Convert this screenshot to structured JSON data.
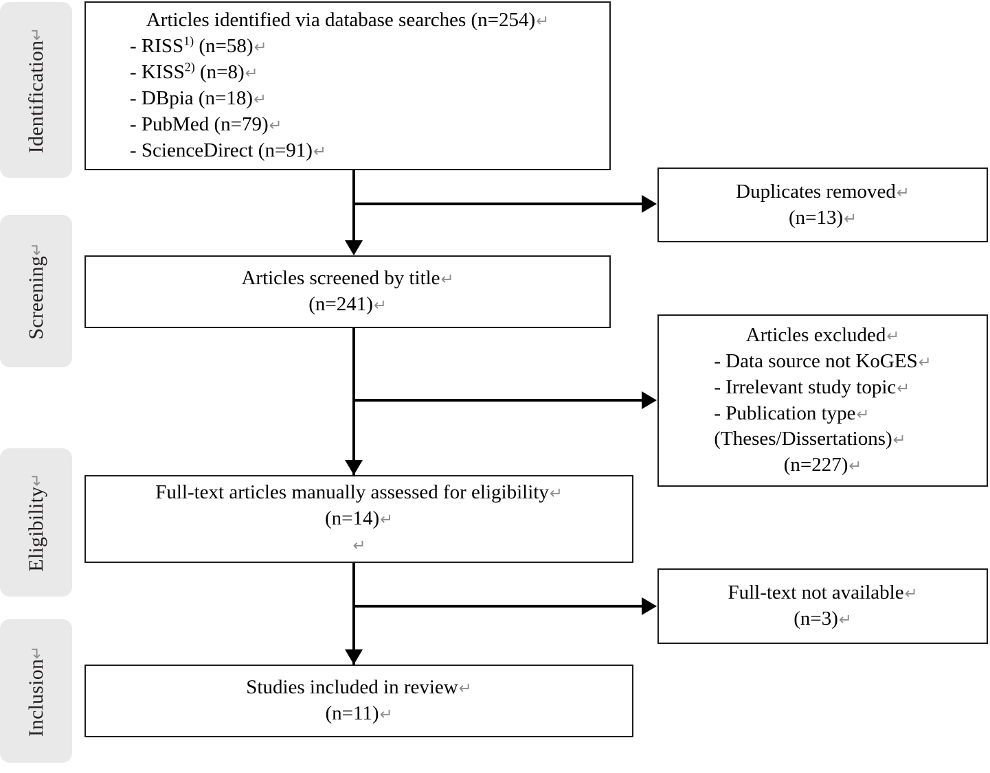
{
  "diagram": {
    "title": "PRISMA study selection flow diagram",
    "stages": [
      {
        "id": "identification",
        "label": "Identification",
        "pilcrow": "↵"
      },
      {
        "id": "screening",
        "label": "Screening",
        "pilcrow": "↵"
      },
      {
        "id": "eligibility",
        "label": "Eligibility",
        "pilcrow": "↵"
      },
      {
        "id": "inclusion",
        "label": "Inclusion",
        "pilcrow": "↵"
      }
    ],
    "boxes": {
      "identified": {
        "name": "articles-identified-box",
        "heading": "Articles identified via database searches (n=254)",
        "sources": [
          {
            "prefix": "- RISS",
            "sup": "1)",
            "count": "(n=58)"
          },
          {
            "prefix": "- KISS",
            "sup": "2)",
            "count": "(n=8)"
          },
          {
            "prefix": "- DBpia",
            "sup": "",
            "count": "(n=18)"
          },
          {
            "prefix": "- PubMed",
            "sup": "",
            "count": "(n=79)"
          },
          {
            "prefix": "- ScienceDirect",
            "sup": "",
            "count": "(n=91)"
          }
        ]
      },
      "duplicates": {
        "name": "duplicates-removed-box",
        "heading": "Duplicates removed",
        "count": "(n=13)"
      },
      "screened": {
        "name": "articles-screened-box",
        "heading": "Articles screened by title",
        "count": "(n=241)"
      },
      "excluded": {
        "name": "articles-excluded-box",
        "heading": "Articles excluded",
        "reasons": [
          "- Data source not KoGES",
          "- Irrelevant study topic",
          "- Publication type",
          "  (Theses/Dissertations)"
        ],
        "count": "(n=227)"
      },
      "fulltext": {
        "name": "full-text-assessed-box",
        "heading": "Full-text articles manually assessed for eligibility",
        "count": "(n=14)",
        "blank_line": ""
      },
      "unavailable": {
        "name": "full-text-not-available-box",
        "heading": "Full-text not available",
        "count": "(n=3)"
      },
      "included": {
        "name": "studies-included-box",
        "heading": "Studies included in review",
        "count": "(n=11)"
      }
    },
    "colors": {
      "stage_background": "#e9e9e9",
      "box_border": "#1b1b1b",
      "connector": "#000000",
      "pilcrow": "#8d8d8d",
      "text": "#000000"
    }
  }
}
